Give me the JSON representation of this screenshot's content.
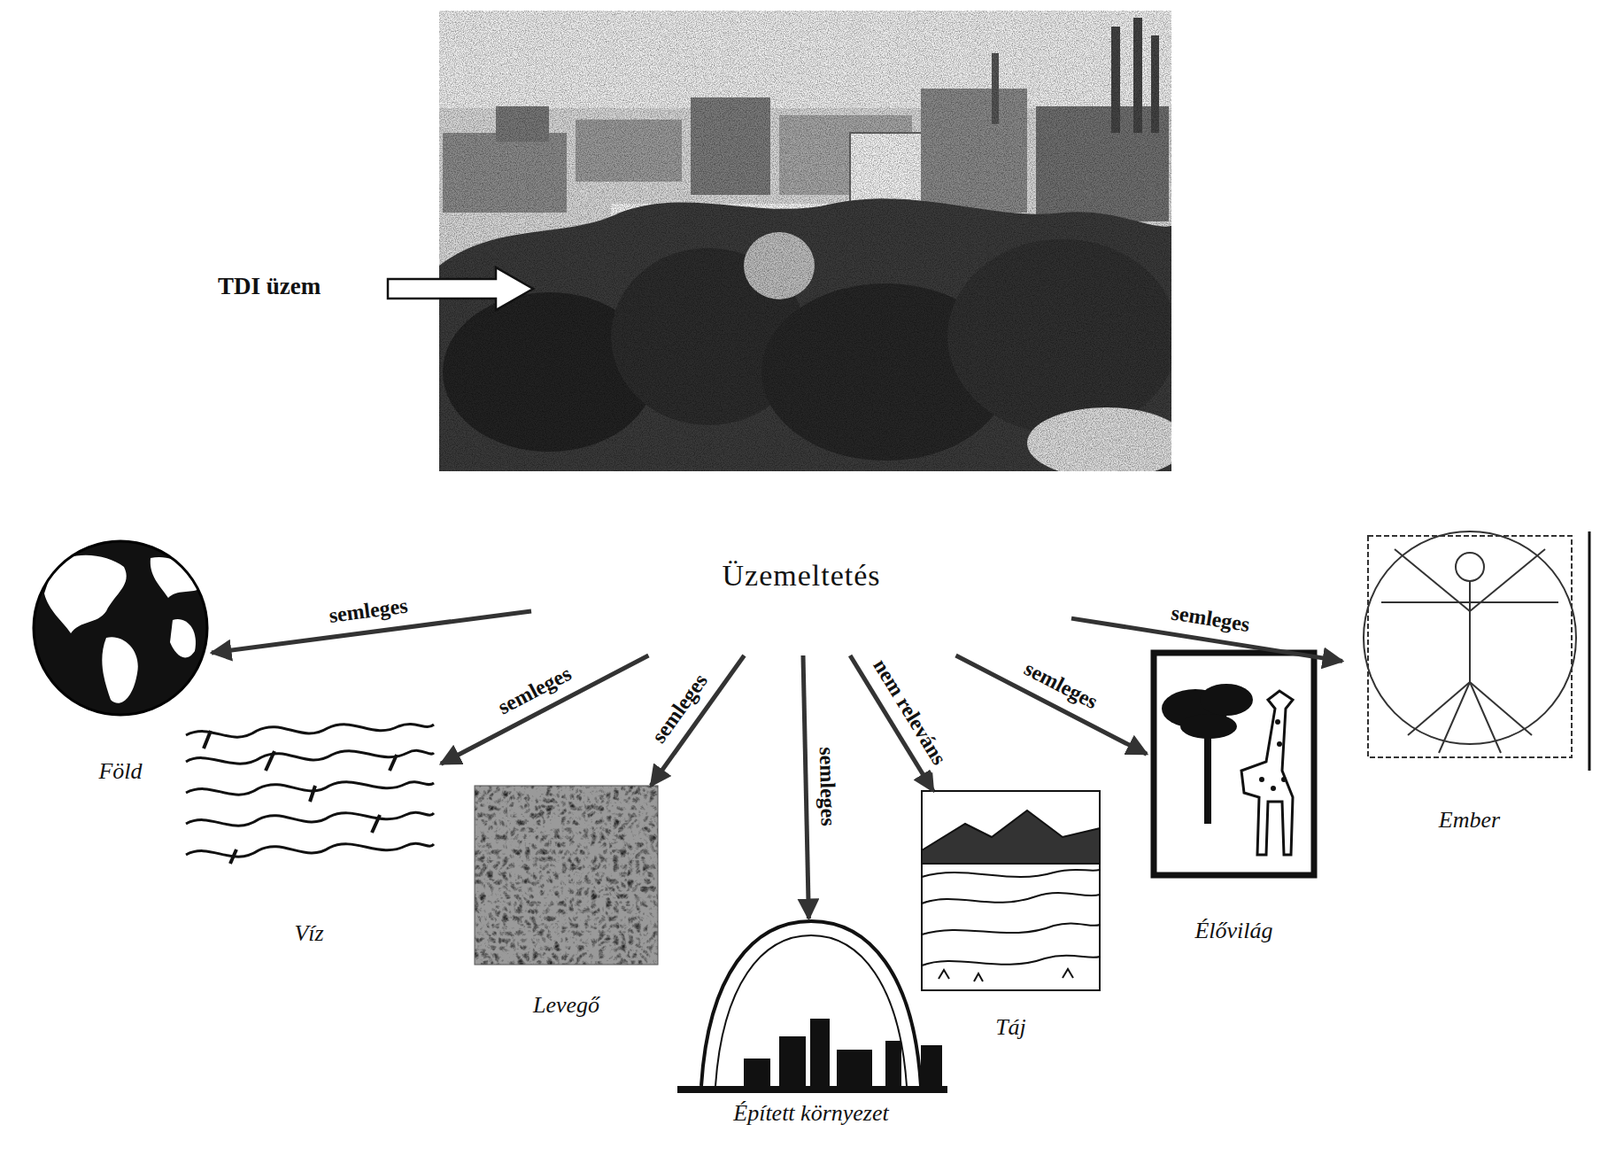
{
  "diagram": {
    "nodes": [
      {
        "text": [
          "Üzemeltetés"
        ]
      },
      {
        "text": [
          "Föld"
        ]
      },
      {
        "text": [
          "Víz"
        ]
      },
      {
        "text": [
          "Levegő"
        ]
      },
      {
        "text": [
          "Épített környezet"
        ]
      },
      {
        "text": [
          "Táj"
        ]
      },
      {
        "text": [
          "Élővilág"
        ]
      },
      {
        "text": [
          "Ember"
        ]
      }
    ],
    "edges": [
      {
        "from": 0,
        "to": 1,
        "arrow": "to",
        "label": "semleges"
      },
      {
        "from": 0,
        "to": 2,
        "arrow": "to",
        "label": "semleges"
      },
      {
        "from": 0,
        "to": 3,
        "arrow": "to",
        "label": "semleges"
      },
      {
        "from": 0,
        "to": 4,
        "arrow": "to",
        "label": "semleges"
      },
      {
        "from": 0,
        "to": 5,
        "arrow": "to",
        "label": "nem releváns"
      },
      {
        "from": 0,
        "to": 6,
        "arrow": "to",
        "label": "semleges"
      },
      {
        "from": 0,
        "to": 7,
        "arrow": "to",
        "label": "semleges"
      }
    ],
    "labels": [
      "TDI üzem"
    ]
  }
}
